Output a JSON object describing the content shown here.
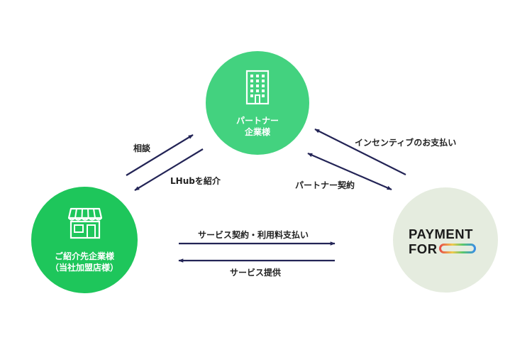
{
  "colors": {
    "partner_circle": "#43d27f",
    "merchant_circle": "#1ec65b",
    "payment_circle": "#e5ecdf",
    "arrow": "#232456",
    "text": "#222222"
  },
  "nodes": {
    "partner": {
      "line1": "パートナー",
      "line2": "企業様",
      "icon": "building-icon"
    },
    "merchant": {
      "line1": "ご紹介先企業様",
      "line2": "（当社加盟店様）",
      "icon": "storefront-icon"
    },
    "payment": {
      "brand_line1": "PAYMENT",
      "brand_line2": "FOR",
      "bar_gradient": [
        "#e64e48",
        "#f2c94c",
        "#58c86b",
        "#3a8ee6"
      ]
    }
  },
  "arrows": {
    "consult": "相談",
    "introduce": "LHubを紹介",
    "incentive": "インセンティブのお支払い",
    "partner_contract": "パートナー契約",
    "service_contract": "サービス契約・利用料支払い",
    "service_provide": "サービス提供"
  }
}
